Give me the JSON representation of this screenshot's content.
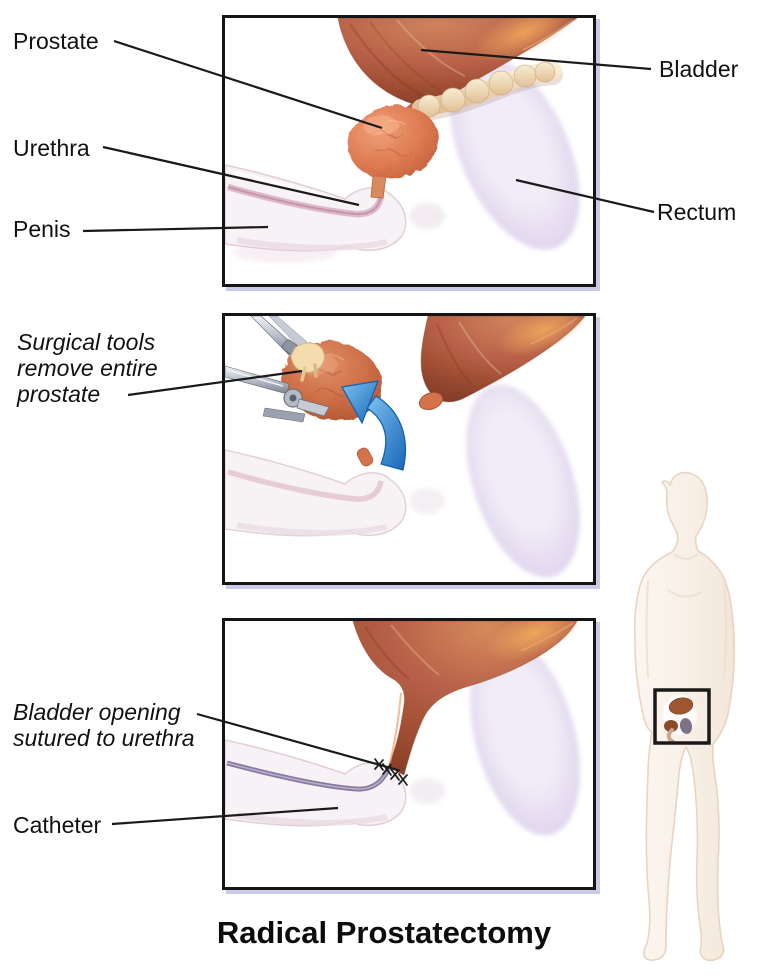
{
  "title": "Radical Prostatectomy",
  "panels": {
    "anatomy": {
      "labels": {
        "prostate": "Prostate",
        "urethra": "Urethra",
        "penis": "Penis",
        "bladder": "Bladder",
        "rectum": "Rectum"
      }
    },
    "removal": {
      "annotation": {
        "line1": "Surgical tools",
        "line2": "remove entire",
        "line3": "prostate"
      }
    },
    "suture": {
      "annotation": {
        "line1": "Bladder opening",
        "line2": "sutured to urethra"
      },
      "labels": {
        "catheter": "Catheter"
      }
    }
  },
  "colors": {
    "bladder": "#b9634a",
    "bladder_highlight": "#e09a5a",
    "prostate": "#dd7a52",
    "seminal_vesicle": "#efdcba",
    "rectum": "#e4dcef",
    "penis": "#f6f1f4",
    "urethra": "#d8b2c2",
    "catheter": "#7b6f92",
    "surgical_tool": "#a8aeba",
    "removal_arrow": "#3d8fd8",
    "leader_line": "#1a1a1a",
    "panel_border": "#151515",
    "panel_shadow": "#c9c9e8",
    "figure_skin": "#faf3ec"
  }
}
